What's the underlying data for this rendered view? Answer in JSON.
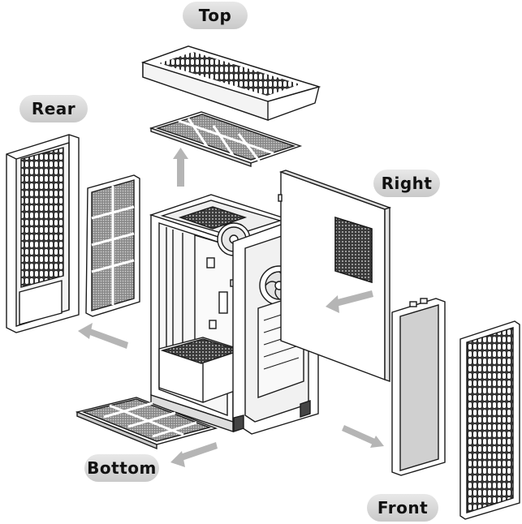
{
  "labels": {
    "top": "Top",
    "rear": "Rear",
    "right": "Right",
    "bottom": "Bottom",
    "front": "Front"
  },
  "colors": {
    "line": "#1a1a1a",
    "mesh": "#2a2a2a",
    "panel": "#ffffff",
    "shade": "#dcdcdc",
    "arrow": "#b5b5b5",
    "pill": "#d4d4d4"
  }
}
